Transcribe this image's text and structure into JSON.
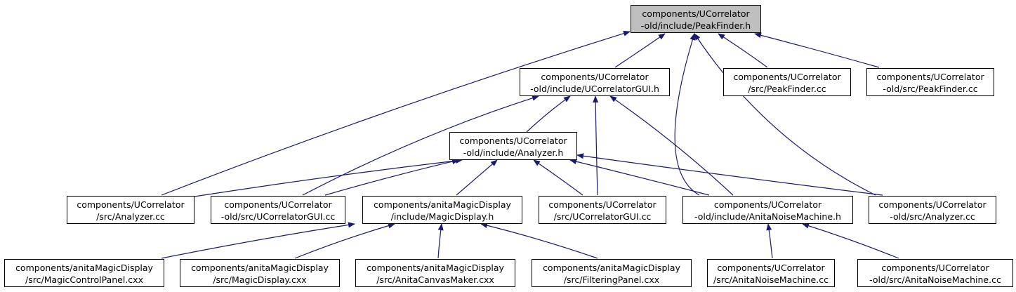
{
  "colors": {
    "edge": "#191970",
    "root_fill": "#bfbfbf",
    "node_fill": "#ffffff",
    "border": "#000000"
  },
  "nodes": {
    "peakfinder_h": [
      "components/UCorrelator",
      "-old/include/PeakFinder.h"
    ],
    "ucorrgui_h": [
      "components/UCorrelator",
      "-old/include/UCorrelatorGUI.h"
    ],
    "pf_cc": [
      "components/UCorrelator",
      "/src/PeakFinder.cc"
    ],
    "pf_old_cc": [
      "components/UCorrelator",
      "-old/src/PeakFinder.cc"
    ],
    "analyzer_h": [
      "components/UCorrelator",
      "-old/include/Analyzer.h"
    ],
    "an_cc": [
      "components/UCorrelator",
      "/src/Analyzer.cc"
    ],
    "gui_old_cc": [
      "components/UCorrelator",
      "-old/src/UCorrelatorGUI.cc"
    ],
    "magic_h": [
      "components/anitaMagicDisplay",
      "/include/MagicDisplay.h"
    ],
    "gui_cc": [
      "components/UCorrelator",
      "/src/UCorrelatorGUI.cc"
    ],
    "anm_h": [
      "components/UCorrelator",
      "-old/include/AnitaNoiseMachine.h"
    ],
    "an_old_cc": [
      "components/UCorrelator",
      "-old/src/Analyzer.cc"
    ],
    "mcp": [
      "components/anitaMagicDisplay",
      "/src/MagicControlPanel.cxx"
    ],
    "md": [
      "components/anitaMagicDisplay",
      "/src/MagicDisplay.cxx"
    ],
    "acm": [
      "components/anitaMagicDisplay",
      "/src/AnitaCanvasMaker.cxx"
    ],
    "fp": [
      "components/anitaMagicDisplay",
      "/src/FilteringPanel.cxx"
    ],
    "anm_cc": [
      "components/UCorrelator",
      "/src/AnitaNoiseMachine.cc"
    ],
    "anm_old_cc": [
      "components/UCorrelator",
      "-old/src/AnitaNoiseMachine.cc"
    ]
  }
}
